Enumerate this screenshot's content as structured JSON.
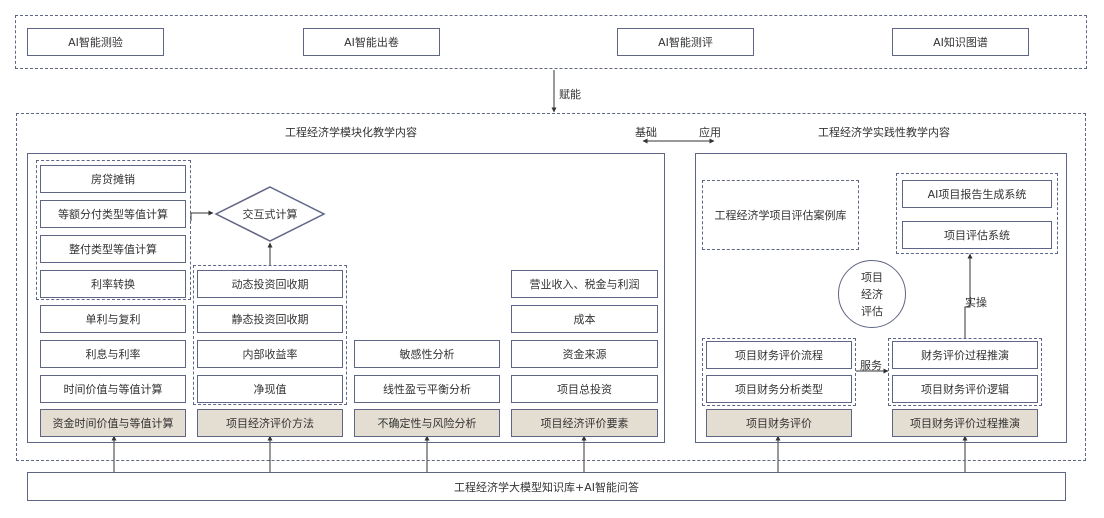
{
  "top_tools": [
    "AI智能测验",
    "AI智能出卷",
    "AI智能测评",
    "AI知识图谱"
  ],
  "empower_label": "赋能",
  "modular_title": "工程经济学模块化教学内容",
  "practical_title": "工程经济学实践性教学内容",
  "basis_label": "基础",
  "apply_label": "应用",
  "interactive_calc": "交互式计算",
  "columns": [
    {
      "items": [
        "房贷摊销",
        "等额分付类型等值计算",
        "整付类型等值计算",
        "利率转换",
        "单利与复利",
        "利息与利率",
        "时间价值与等值计算"
      ],
      "footer": "资金时间价值与等值计算"
    },
    {
      "items": [
        "动态投资回收期",
        "静态投资回收期",
        "内部收益率",
        "净现值"
      ],
      "footer": "项目经济评价方法"
    },
    {
      "items": [
        "敏感性分析",
        "线性盈亏平衡分析"
      ],
      "footer": "不确定性与风险分析"
    },
    {
      "items": [
        "营业收入、税金与利润",
        "成本",
        "资金来源",
        "项目总投资"
      ],
      "footer": "项目经济评价要素"
    }
  ],
  "practical": {
    "case_library": "工程经济学项目评估案例库",
    "systems": [
      "AI项目报告生成系统",
      "项目评估系统"
    ],
    "circle_lines": [
      "项目",
      "经济",
      "评估"
    ],
    "operate_label": "实操",
    "service_label": "服务",
    "left_items": [
      "项目财务评价流程",
      "项目财务分析类型"
    ],
    "left_footer": "项目财务评价",
    "right_items": [
      "财务评价过程推演",
      "项目财务评价逻辑"
    ],
    "right_footer": "项目财务评价过程推演"
  },
  "knowledge_base": "工程经济学大模型知识库+AI智能问答"
}
